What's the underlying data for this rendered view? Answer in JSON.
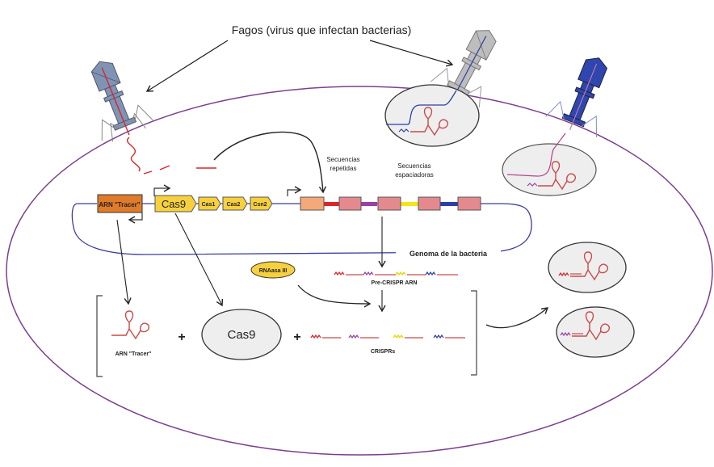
{
  "title": "Fagos (virus que infectan bacterias)",
  "genes": {
    "tracer_box": "ARN \"Tracer\"",
    "cas9": "Cas9",
    "cas1": "Cas1",
    "cas2": "Cas2",
    "csn2": "Csn2"
  },
  "labels": {
    "repeated": [
      "Secuencias",
      "repetidas"
    ],
    "spacers": [
      "Secuencias",
      "espaciadoras"
    ],
    "genome": "Genoma de la bacteria",
    "rnase": "RNAasa III",
    "pre_crispr": "Pre-CRISPR ARN",
    "tracer_rna": "ARN \"Tracer\"",
    "cas9_protein": "Cas9",
    "crisprs": "CRISPRs",
    "plus": "+"
  },
  "colors": {
    "cell_membrane": "#7b3f8c",
    "genome": "#3c3ca0",
    "gene_yellow": "#f7d13d",
    "tracer_orange": "#e07b2a",
    "repeat_first": "#f3a97a",
    "repeat": "#e48a8f",
    "spacer_red": "#d9262b",
    "spacer_purple": "#9b3fa5",
    "spacer_yellow": "#f3e61b",
    "spacer_blue": "#2c3fa8",
    "phage_grayblue": "#7f93b5",
    "phage_gray": "#bdbdbd",
    "phage_blue": "#2f45b0",
    "complex_fill": "#eeeeee",
    "rna": "#c94a4a"
  }
}
